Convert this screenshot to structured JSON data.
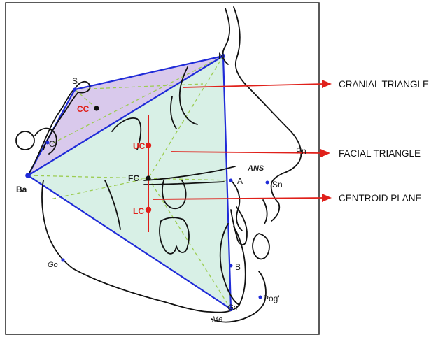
{
  "colors": {
    "triangle_edge": "#1f2bd8",
    "cranial_fill": "#d9c9ec",
    "facial_fill": "#d8f0e6",
    "dash": "#9ccc52",
    "red": "#e0201a",
    "outline": "#111111"
  },
  "landmarks": {
    "s": "S",
    "n": "N",
    "c": "C",
    "ba": "Ba",
    "cc": "CC",
    "uc": "UC",
    "fc": "FC",
    "lc": "LC",
    "ans": "ANS",
    "a": "A",
    "sn": "Sn",
    "pn": "Pn",
    "go": "Go",
    "b": "B",
    "gn": "Gn",
    "me": "Me",
    "pog": "Pog'"
  },
  "callouts": {
    "cranial": "CRANIAL TRIANGLE",
    "facial": "FACIAL TRIANGLE",
    "centroid": "CENTROID PLANE"
  }
}
